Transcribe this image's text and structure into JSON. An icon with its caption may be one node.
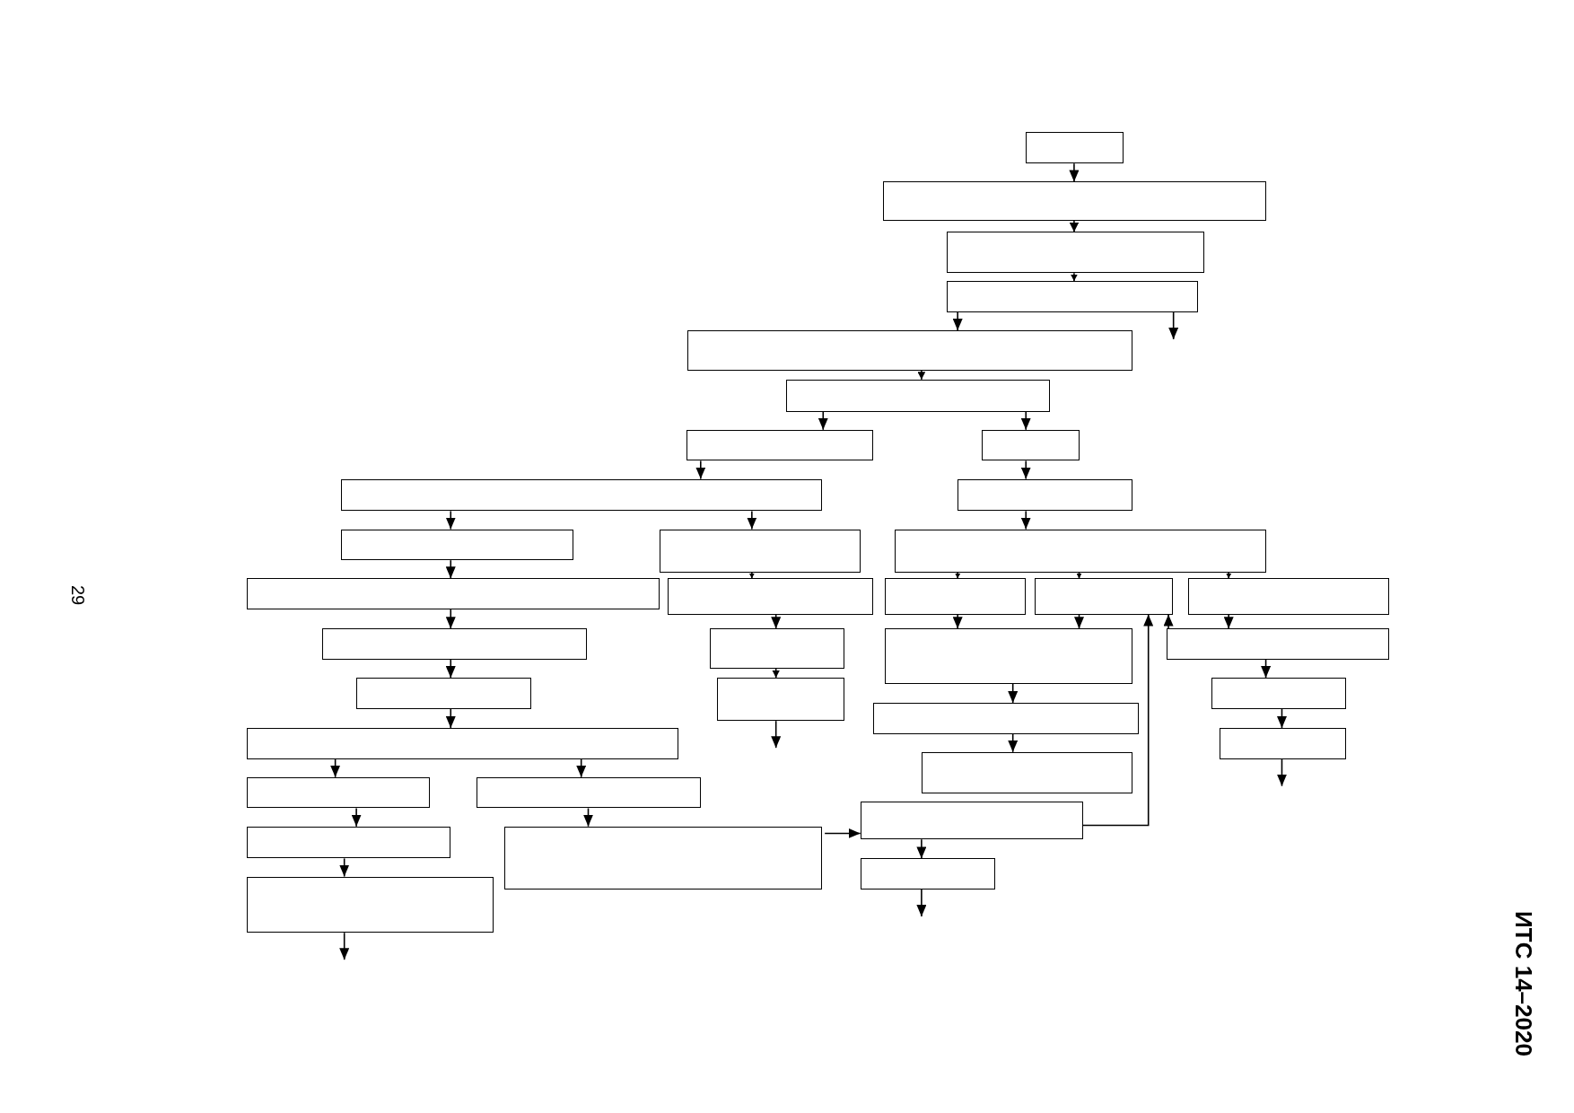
{
  "diagram": {
    "nodes": [
      {
        "text": [],
        "shape": "box"
      },
      {
        "text": [],
        "shape": "box"
      },
      {
        "text": [],
        "shape": "box"
      },
      {
        "text": [],
        "shape": "box"
      },
      {
        "text": [],
        "shape": "box"
      },
      {
        "text": [],
        "shape": "box"
      },
      {
        "text": [],
        "shape": "box"
      },
      {
        "text": [],
        "shape": "box"
      },
      {
        "text": [],
        "shape": "box"
      },
      {
        "text": [],
        "shape": "box"
      },
      {
        "text": [],
        "shape": "box"
      },
      {
        "text": [],
        "shape": "box"
      },
      {
        "text": [],
        "shape": "box"
      },
      {
        "text": [],
        "shape": "box"
      },
      {
        "text": [],
        "shape": "box"
      },
      {
        "text": [],
        "shape": "box"
      },
      {
        "text": [],
        "shape": "box"
      },
      {
        "text": [],
        "shape": "box"
      },
      {
        "text": [],
        "shape": "box"
      },
      {
        "text": [],
        "shape": "box"
      },
      {
        "text": [],
        "shape": "box"
      },
      {
        "text": [],
        "shape": "box"
      },
      {
        "text": [],
        "shape": "box"
      },
      {
        "text": [],
        "shape": "box"
      },
      {
        "text": [],
        "shape": "box"
      },
      {
        "text": [],
        "shape": "box"
      },
      {
        "text": [],
        "shape": "box"
      },
      {
        "text": [],
        "shape": "box"
      },
      {
        "text": [],
        "shape": "box"
      },
      {
        "text": [],
        "shape": "box"
      },
      {
        "text": [],
        "shape": "box"
      },
      {
        "text": [],
        "shape": "box"
      },
      {
        "text": [],
        "shape": "box"
      },
      {
        "text": [],
        "shape": "box"
      },
      {
        "text": [],
        "shape": "box"
      },
      {
        "text": [],
        "shape": "box"
      }
    ],
    "edges": [
      {
        "from": 0,
        "to": 1,
        "arrow": "to"
      },
      {
        "from": 1,
        "to": 2,
        "arrow": "to"
      },
      {
        "from": 2,
        "to": 3,
        "arrow": "to"
      },
      {
        "from": 3,
        "to": 4,
        "arrow": "to"
      },
      {
        "from": 3,
        "to": null,
        "arrow": "to"
      },
      {
        "from": 4,
        "to": 5,
        "arrow": "to"
      },
      {
        "from": 5,
        "to": 6,
        "arrow": "to"
      },
      {
        "from": 5,
        "to": 7,
        "arrow": "to"
      },
      {
        "from": 6,
        "to": 8,
        "arrow": "to"
      },
      {
        "from": 7,
        "to": 9,
        "arrow": "to"
      },
      {
        "from": 8,
        "to": 10,
        "arrow": "to"
      },
      {
        "from": 8,
        "to": 11,
        "arrow": "to"
      },
      {
        "from": 9,
        "to": 12,
        "arrow": "to"
      },
      {
        "from": 10,
        "to": 13,
        "arrow": "to"
      },
      {
        "from": 11,
        "to": 14,
        "arrow": "to"
      },
      {
        "from": 12,
        "to": 15,
        "arrow": "to"
      },
      {
        "from": 12,
        "to": 16,
        "arrow": "to"
      },
      {
        "from": 12,
        "to": 17,
        "arrow": "to"
      },
      {
        "from": 13,
        "to": 18,
        "arrow": "to"
      },
      {
        "from": 14,
        "to": 19,
        "arrow": "to"
      },
      {
        "from": 15,
        "to": 20,
        "arrow": "to"
      },
      {
        "from": 16,
        "to": 20,
        "arrow": "to"
      },
      {
        "from": 17,
        "to": 21,
        "arrow": "to"
      },
      {
        "from": 18,
        "to": 22,
        "arrow": "to"
      },
      {
        "from": 19,
        "to": 23,
        "arrow": "to"
      },
      {
        "from": 20,
        "to": 25,
        "arrow": "to"
      },
      {
        "from": 21,
        "to": 24,
        "arrow": "to"
      },
      {
        "from": 23,
        "to": null,
        "arrow": "to"
      },
      {
        "from": 22,
        "to": 26,
        "arrow": "to"
      },
      {
        "from": 24,
        "to": 27,
        "arrow": "to"
      },
      {
        "from": 25,
        "to": 28,
        "arrow": "to"
      },
      {
        "from": 27,
        "to": null,
        "arrow": "to"
      },
      {
        "from": 26,
        "to": 29,
        "arrow": "to"
      },
      {
        "from": 26,
        "to": 30,
        "arrow": "to"
      },
      {
        "from": 29,
        "to": 32,
        "arrow": "to"
      },
      {
        "from": 30,
        "to": 33,
        "arrow": "to"
      },
      {
        "from": 33,
        "to": 31,
        "arrow": "to"
      },
      {
        "from": 31,
        "to": 16,
        "arrow": "to"
      },
      {
        "from": 21,
        "to": 16,
        "arrow": "to"
      },
      {
        "from": 32,
        "to": 35,
        "arrow": "to"
      },
      {
        "from": 31,
        "to": 34,
        "arrow": "to"
      },
      {
        "from": 35,
        "to": null,
        "arrow": "to"
      },
      {
        "from": 34,
        "to": null,
        "arrow": "to"
      }
    ],
    "labels": [
      "29",
      "ИТС 14–2020"
    ]
  }
}
